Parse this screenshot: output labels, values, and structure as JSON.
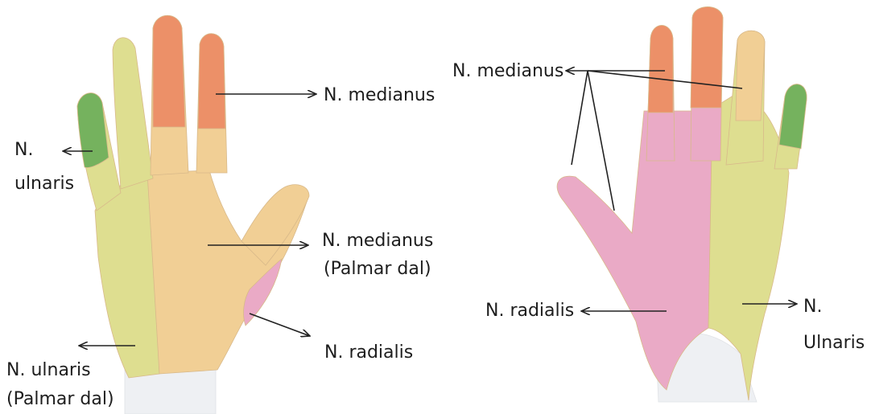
{
  "colors": {
    "median": "#ec9068",
    "median_palm": "#f1cf95",
    "ulnar_light": "#dede90",
    "ulnar_dark": "#75b25e",
    "radial": "#eaaac6",
    "wrist": "#eef0f3",
    "arrow": "#222222"
  },
  "palmar_view": {
    "median_label": "N. medianus",
    "ulnar_label_line1": "N.",
    "ulnar_label_line2": "ulnaris",
    "median_palmar_line1": "N. medianus",
    "median_palmar_line2": "(Palmar dal)",
    "radial_label": "N. radialis",
    "ulnar_palmar_line1": "N. ulnaris",
    "ulnar_palmar_line2": "(Palmar dal)"
  },
  "dorsal_view": {
    "median_label": "N. medianus",
    "radial_label": "N. radialis",
    "ulnar_label_line1": "N.",
    "ulnar_label_line2": "Ulnaris"
  }
}
